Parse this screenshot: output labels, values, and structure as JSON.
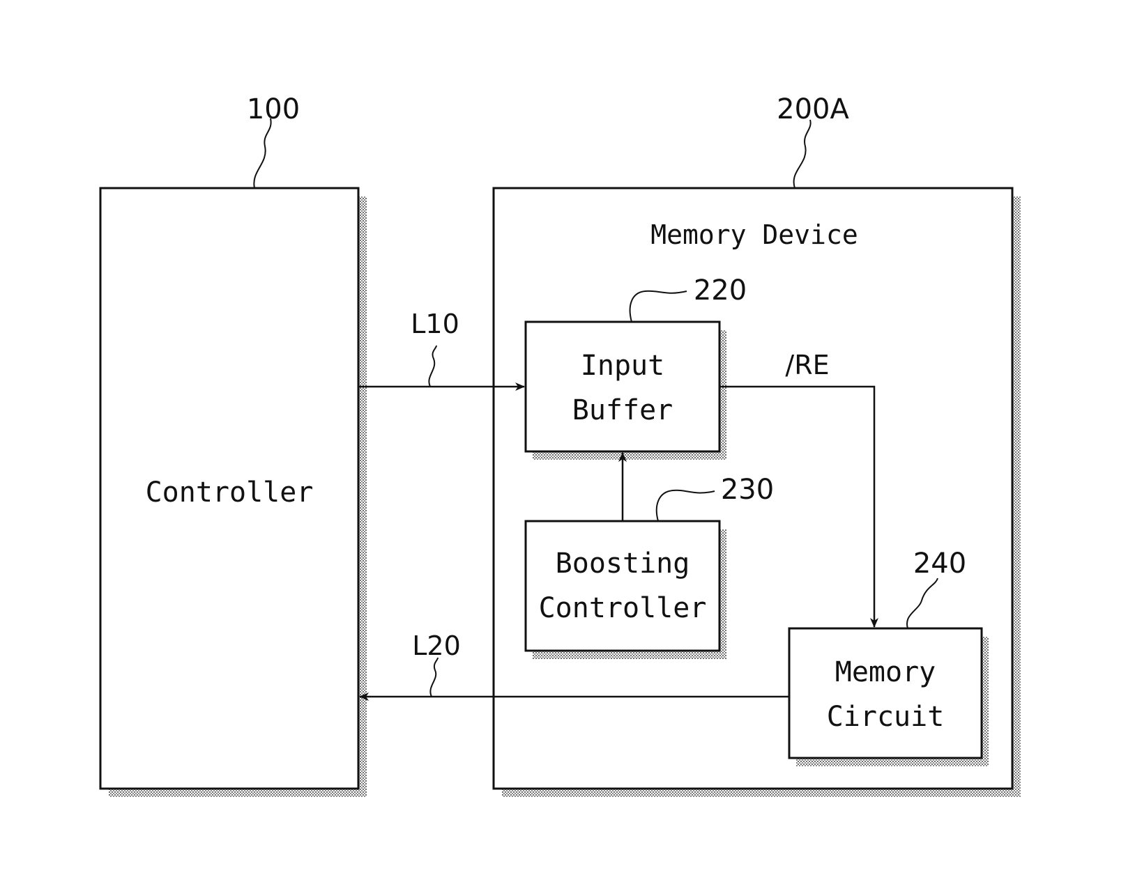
{
  "controller": {
    "ref": "100",
    "label": "Controller"
  },
  "memory_device": {
    "ref": "200A",
    "label": "Memory Device"
  },
  "input_buffer": {
    "ref": "220",
    "label_line1": "Input",
    "label_line2": "Buffer"
  },
  "boosting_controller": {
    "ref": "230",
    "label_line1": "Boosting",
    "label_line2": "Controller"
  },
  "memory_circuit": {
    "ref": "240",
    "label_line1": "Memory",
    "label_line2": "Circuit"
  },
  "signals": {
    "l10": "L10",
    "l20": "L20",
    "re": "/RE"
  },
  "colors": {
    "line": "#111111",
    "shadow": "#7a7a7a"
  }
}
